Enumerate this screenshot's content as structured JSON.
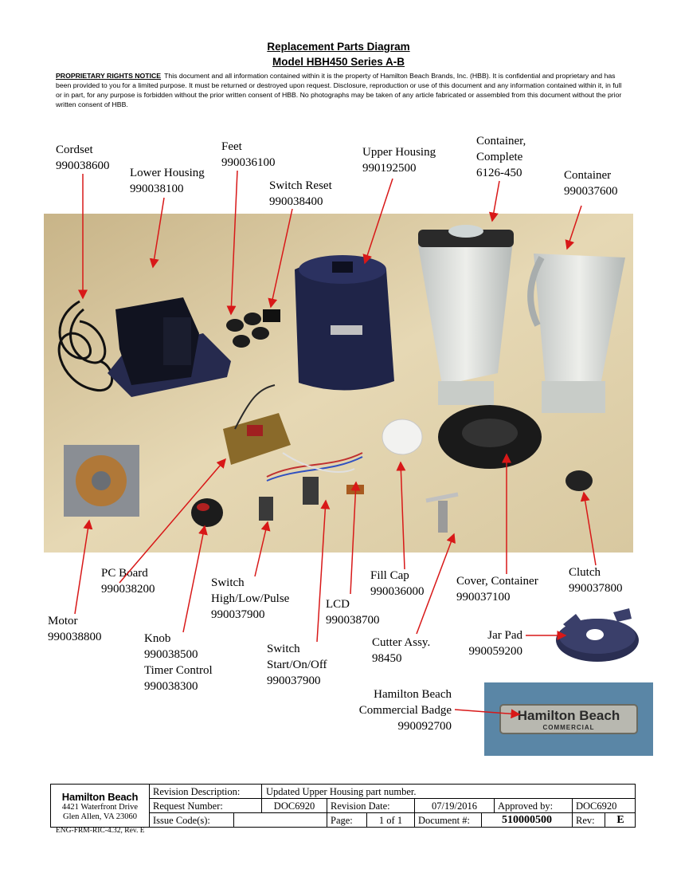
{
  "header": {
    "title": "Replacement Parts Diagram",
    "model": "Model HBH450 Series A-B"
  },
  "notice": {
    "heading": "PROPRIETARY RIGHTS NOTICE",
    "text": "This document and all information contained within it is the property of Hamilton Beach Brands, Inc. (HBB).  It is confidential and proprietary and has been provided to you for a limited purpose.  It must be returned or destroyed upon request.  Disclosure, reproduction or use of this document and any information contained within it, in full or in part, for any purpose is forbidden without the prior written consent of HBB.  No photographs may be taken of any article fabricated or assembled from this document without the prior written consent of HBB."
  },
  "parts": {
    "cordset": {
      "name": "Cordset",
      "number": "990038600"
    },
    "lower_housing": {
      "name": "Lower Housing",
      "number": "990038100"
    },
    "feet": {
      "name": "Feet",
      "number": "990036100"
    },
    "switch_reset": {
      "name": "Switch Reset",
      "number": "990038400"
    },
    "upper_housing": {
      "name": "Upper Housing",
      "number": "990192500"
    },
    "container_complete": {
      "name1": "Container,",
      "name2": "Complete",
      "number": "6126-450"
    },
    "container": {
      "name": "Container",
      "number": "990037600"
    },
    "pc_board": {
      "name": "PC Board",
      "number": "990038200"
    },
    "switch_hlp": {
      "name1": "Switch",
      "name2": "High/Low/Pulse",
      "number": "990037900"
    },
    "lcd": {
      "name": "LCD",
      "number": "990038700"
    },
    "fill_cap": {
      "name": "Fill Cap",
      "number": "990036000"
    },
    "cover_container": {
      "name": "Cover, Container",
      "number": "990037100"
    },
    "clutch": {
      "name": "Clutch",
      "number": "990037800"
    },
    "motor": {
      "name": "Motor",
      "number": "990038800"
    },
    "knob": {
      "name": "Knob",
      "number": "990038500",
      "name2": "Timer Control",
      "number2": "990038300"
    },
    "switch_sof": {
      "name1": "Switch",
      "name2": "Start/On/Off",
      "number": "990037900"
    },
    "cutter": {
      "name": "Cutter Assy.",
      "number": "98450"
    },
    "jar_pad": {
      "name": "Jar Pad",
      "number": "990059200"
    },
    "badge": {
      "name1": "Hamilton Beach",
      "name2": "Commercial Badge",
      "number": "990092700"
    }
  },
  "badge_art": {
    "brand": "Hamilton Beach",
    "sub": "COMMERCIAL"
  },
  "footer": {
    "logo": "Hamilton Beach",
    "address1": "4421 Waterfront Drive",
    "address2": "Glen Allen, VA  23060",
    "rev_desc_label": "Revision Description:",
    "rev_desc_value": "Updated Upper Housing part number.",
    "request_label": "Request Number:",
    "request_value": "DOC6920",
    "rev_date_label": "Revision Date:",
    "rev_date_value": "07/19/2016",
    "approved_label": "Approved by:",
    "approved_value": "DOC6920",
    "issue_label": "Issue Code(s):",
    "issue_value": "",
    "page_label": "Page:",
    "page_value": "1 of  1",
    "doc_label": "Document #:",
    "doc_value": "510000500",
    "rev_label": "Rev:",
    "rev_value": "E",
    "form_code": "ENG-FRM-RIC-4.32, Rev. E"
  },
  "colors": {
    "arrow": "#d81818",
    "kraft": "#d8c8a0",
    "blender": "#1f2448"
  }
}
